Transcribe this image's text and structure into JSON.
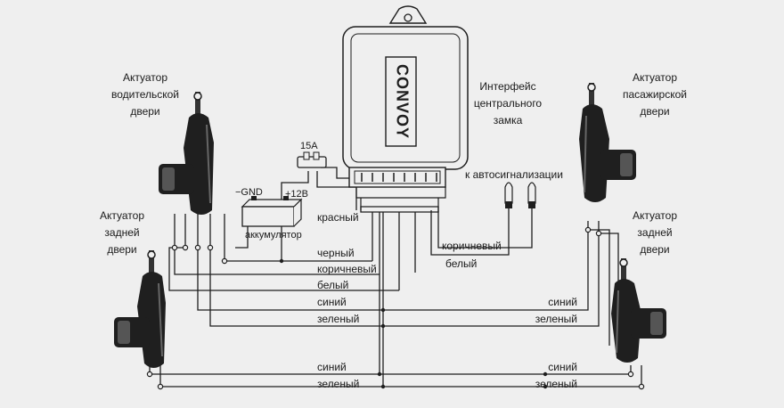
{
  "interface": {
    "brand": "CONVOY",
    "label": "Интерфейс\nцентрального\nзамка"
  },
  "actuators": {
    "driver_front": "Актуатор\nводительской\nдвери",
    "passenger_front": "Актуатор\nпасажирской\nдвери",
    "left_rear": "Актуатор\nзадней\nдвери",
    "right_rear": "Актуатор\nзадней\nдвери"
  },
  "power": {
    "fuse": "15A",
    "gnd": "−GND",
    "plus": "+12В",
    "battery": "аккумулятор"
  },
  "alarm": {
    "label": "к автосигнализации"
  },
  "wires": {
    "red": "красный",
    "black": "черный",
    "brown_main": "коричневый",
    "white_main": "белый",
    "blue_left": "синий",
    "green_left": "зеленый",
    "brown_alarm": "коричневый",
    "white_alarm": "белый",
    "blue_right": "синий",
    "green_right": "зеленый",
    "blue_bottom_left": "синий",
    "green_bottom_left": "зеленый",
    "blue_bottom_right": "синий",
    "green_bottom_right": "зеленый"
  },
  "colors": {
    "background": "#efefef",
    "lines": "#1e1e1e",
    "actuator_body": "#1f1f1f"
  }
}
